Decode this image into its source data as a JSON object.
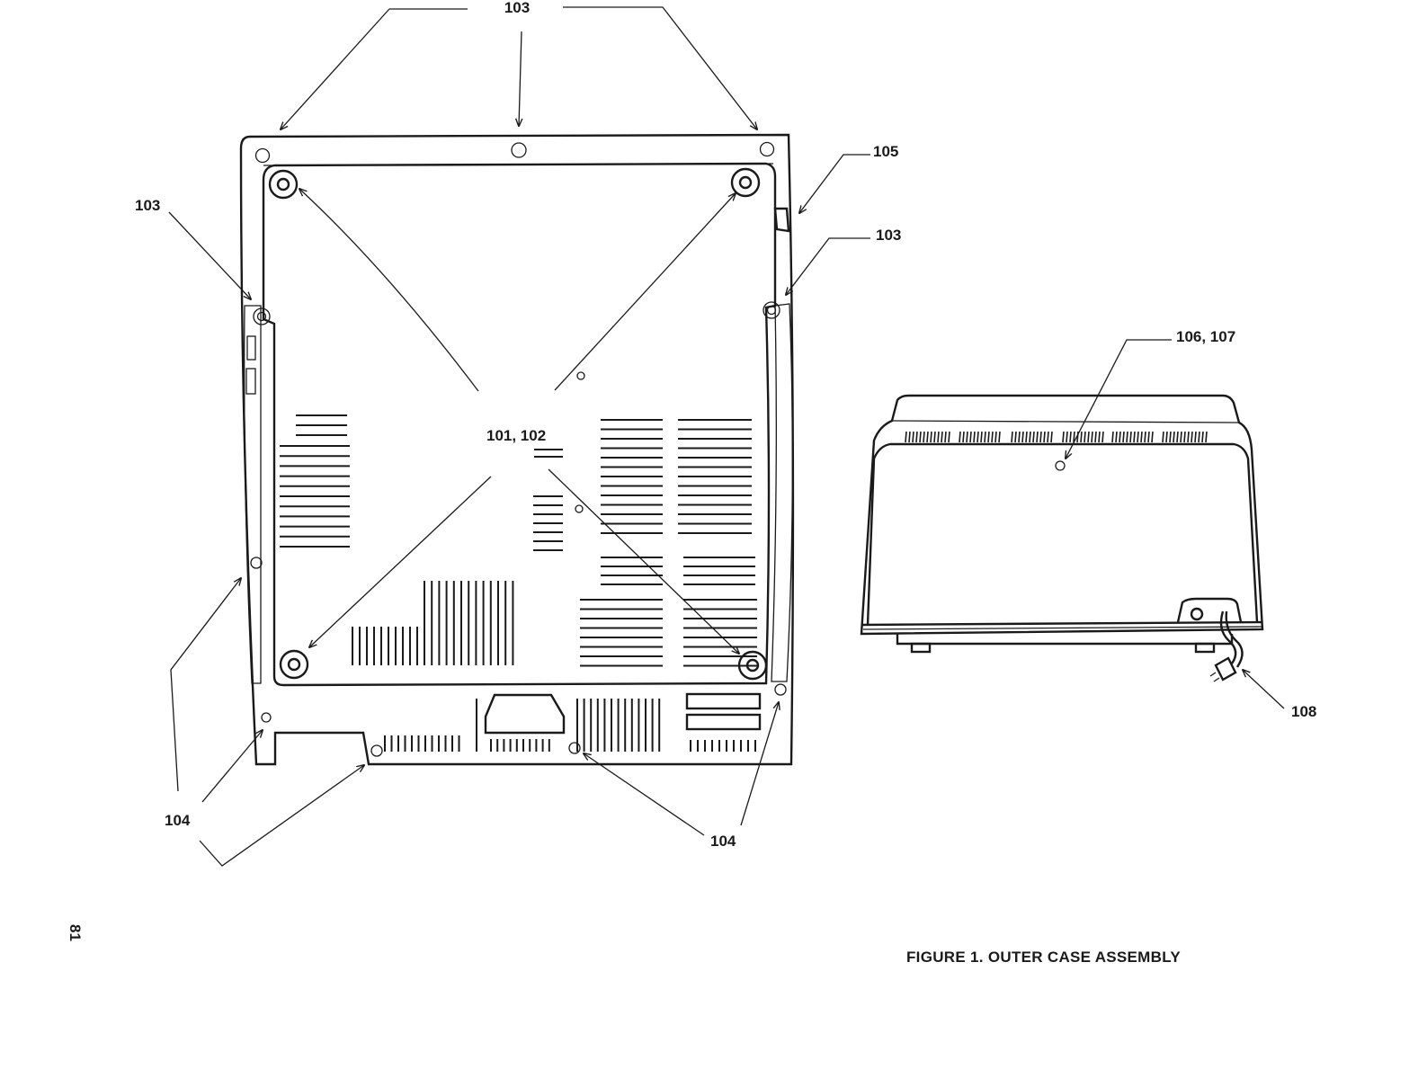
{
  "figure": {
    "caption": "FIGURE 1.  OUTER CASE ASSEMBLY",
    "page_number": "81"
  },
  "callouts": {
    "top": "103",
    "left_upper": "103",
    "right_upper": "103",
    "switch": "105",
    "center": "101, 102",
    "cover": "106, 107",
    "cord": "108",
    "bottom_left": "104",
    "bottom_center": "104"
  }
}
